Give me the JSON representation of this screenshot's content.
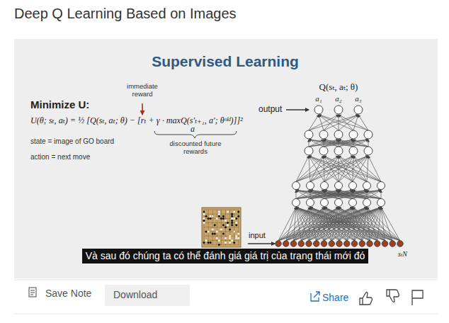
{
  "diagram": {
    "title": "Deep Q Learning Based on Images",
    "nodes": [
      {
        "text": [
          "Và sau đó chúng ta có thể đánh giá giá trị của trạng thái mới đó"
        ]
      },
      {
        "text": [
          "Download"
        ]
      }
    ],
    "labels": [
      "Supervised Learning",
      "immediate reward",
      "Minimize U:",
      "U(θ; sₜ, aₜ) = ½ [Q(sₜ, aₜ; θ) − [rₜ + γ · maxQ(s′ₜ₊₁, a′; θᵒˡᵈ)]]²",
      "a",
      "discounted future rewards",
      "state = image of GO board",
      "action = next move",
      "Q(sₜ, aₜ; θ)",
      "output",
      "a₁",
      "a₂",
      "a₃",
      "input",
      "sₜN",
      "Save Note",
      "Share"
    ]
  }
}
